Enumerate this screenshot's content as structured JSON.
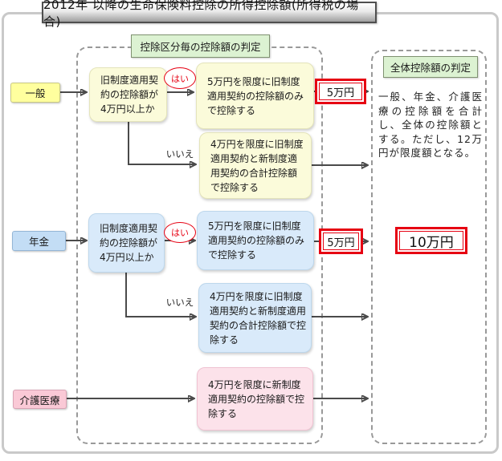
{
  "title": "2012年 以降の生命保険料控除の所得控除額(所得税の場合)",
  "judgment_area": {
    "label": "控除区分毎の控除額の判定"
  },
  "total_area": {
    "label": "全体控除額の判定",
    "description": "一般、年金、介護医療の控除額を合計し、全体の控除額とする。ただし、12万円が限度額となる。",
    "total_amount": "10万円"
  },
  "rows": [
    {
      "category": "一般",
      "question": "旧制度適用契約の控除額が4万円以上か",
      "yes": "はい",
      "no": "いいえ",
      "yes_action": "5万円を限度に旧制度適用契約の控除額のみで控除する",
      "yes_amount": "5万円",
      "no_action": "4万円を限度に旧制度適用契約と新制度適用契約の合計控除額で控除する"
    },
    {
      "category": "年金",
      "question": "旧制度適用契約の控除額が4万円以上か",
      "yes": "はい",
      "no": "いいえ",
      "yes_action": "5万円を限度に旧制度適用契約の控除額のみで控除する",
      "yes_amount": "5万円",
      "no_action": "4万円を限度に旧制度適用契約と新制度適用契約の合計控除額で控除する"
    },
    {
      "category": "介護医療",
      "action": "4万円を限度に新制度適用契約の控除額で控除する"
    }
  ],
  "colors": {
    "general_label": "#ffff9e",
    "general_box": "#fbfbda",
    "pension_label": "#c3ddf5",
    "pension_box": "#d9eafa",
    "care_label": "#fac9d6",
    "care_box": "#fce2ea",
    "legend_green": "#dcf2d2",
    "highlight_red": "#e60012",
    "arrow": "#4a4a4a"
  }
}
